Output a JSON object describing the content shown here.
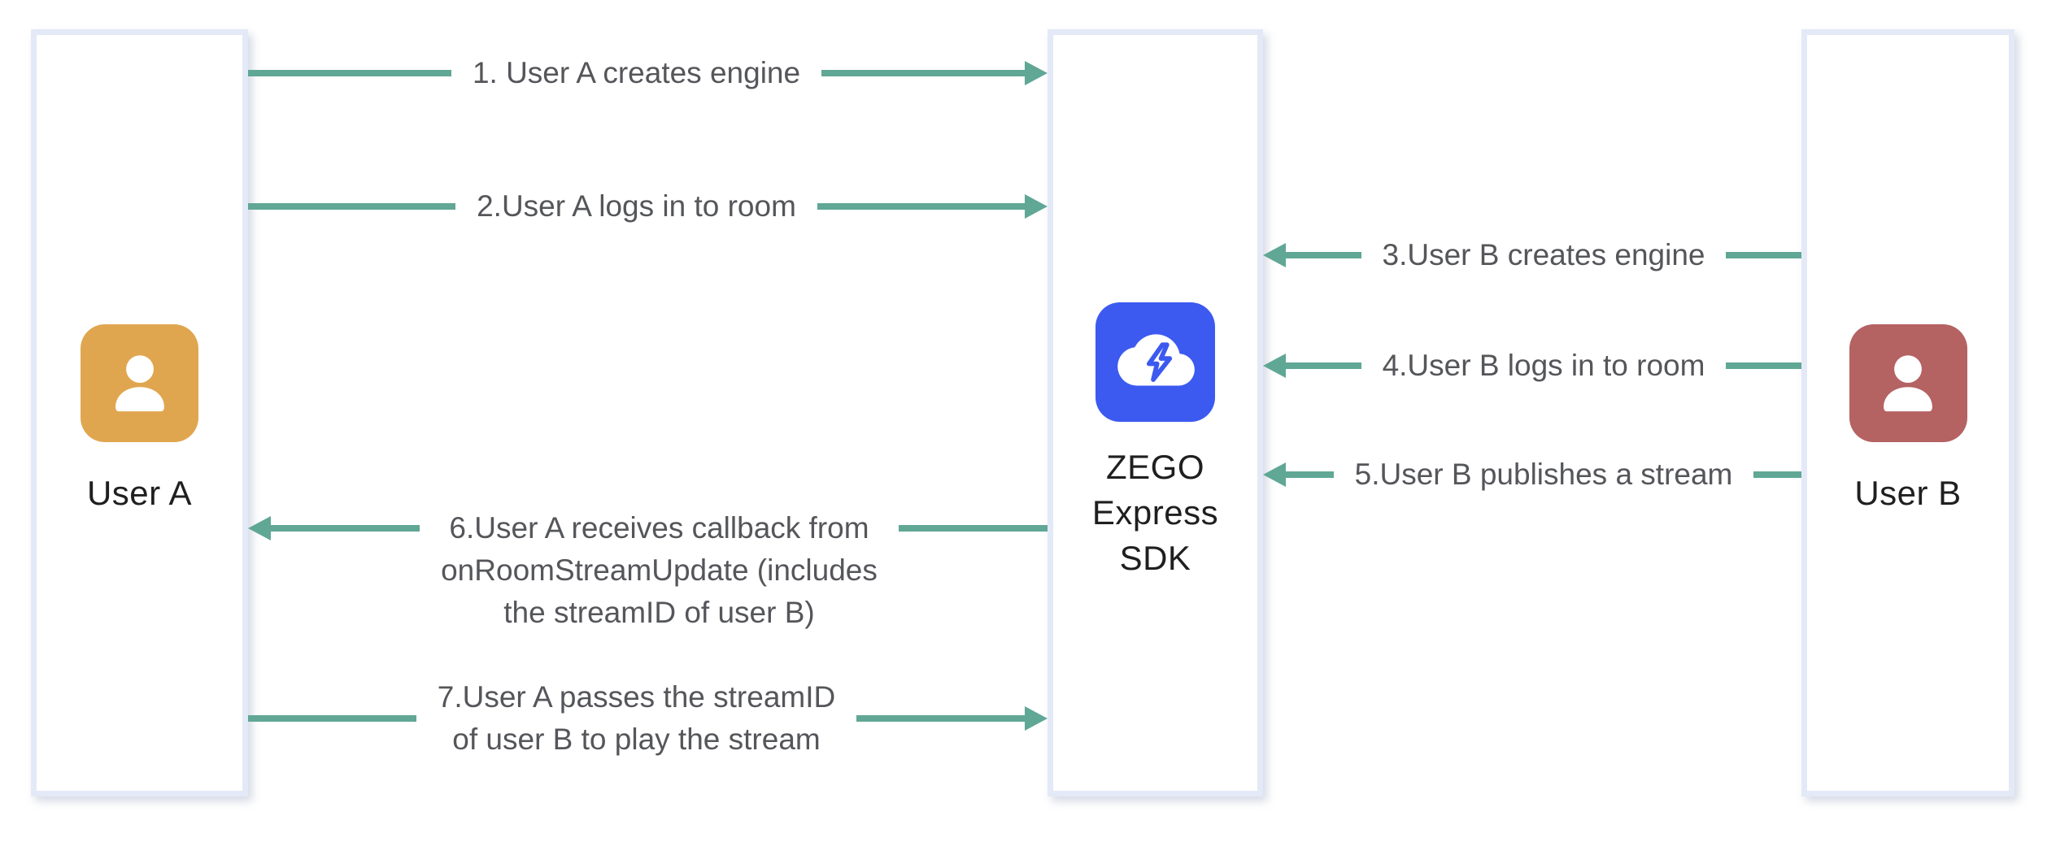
{
  "colors": {
    "arrow": "#60A795",
    "box_border": "#E4E9F7",
    "box_fill": "#FFFFFF",
    "label_text": "#55565A",
    "title_text": "#1F1F1F",
    "user_a_avatar": "#E0A64F",
    "user_b_avatar": "#B56263",
    "zego_icon_bg": "#3C5AF0",
    "icon_glyph": "#FFFFFF"
  },
  "diagram_type": "sequence",
  "participants": {
    "user_a": {
      "label": "User A",
      "icon": "person-icon"
    },
    "zego": {
      "lines": [
        "ZEGO",
        "Express",
        "SDK"
      ],
      "icon": "cloud-lightning-icon"
    },
    "user_b": {
      "label": "User B",
      "icon": "person-icon"
    }
  },
  "messages": [
    {
      "step": "1",
      "direction": "right",
      "from": "User A",
      "to": "ZEGO Express SDK",
      "lines": [
        "1. User A creates engine"
      ]
    },
    {
      "step": "2",
      "direction": "right",
      "from": "User A",
      "to": "ZEGO Express SDK",
      "lines": [
        "2.User A logs in to room"
      ]
    },
    {
      "step": "3",
      "direction": "left",
      "from": "User B",
      "to": "ZEGO Express SDK",
      "lines": [
        "3.User B creates engine"
      ]
    },
    {
      "step": "4",
      "direction": "left",
      "from": "User B",
      "to": "ZEGO Express SDK",
      "lines": [
        "4.User B logs in to room"
      ]
    },
    {
      "step": "5",
      "direction": "left",
      "from": "User B",
      "to": "ZEGO Express SDK",
      "lines": [
        "5.User B publishes a stream"
      ]
    },
    {
      "step": "6",
      "direction": "left",
      "from": "ZEGO Express SDK",
      "to": "User A",
      "lines": [
        "6.User A receives callback from",
        "onRoomStreamUpdate (includes",
        "the streamID of user B)"
      ]
    },
    {
      "step": "7",
      "direction": "right",
      "from": "User A",
      "to": "ZEGO Express SDK",
      "lines": [
        "7.User A passes the streamID",
        "of user B to play the stream"
      ]
    }
  ]
}
